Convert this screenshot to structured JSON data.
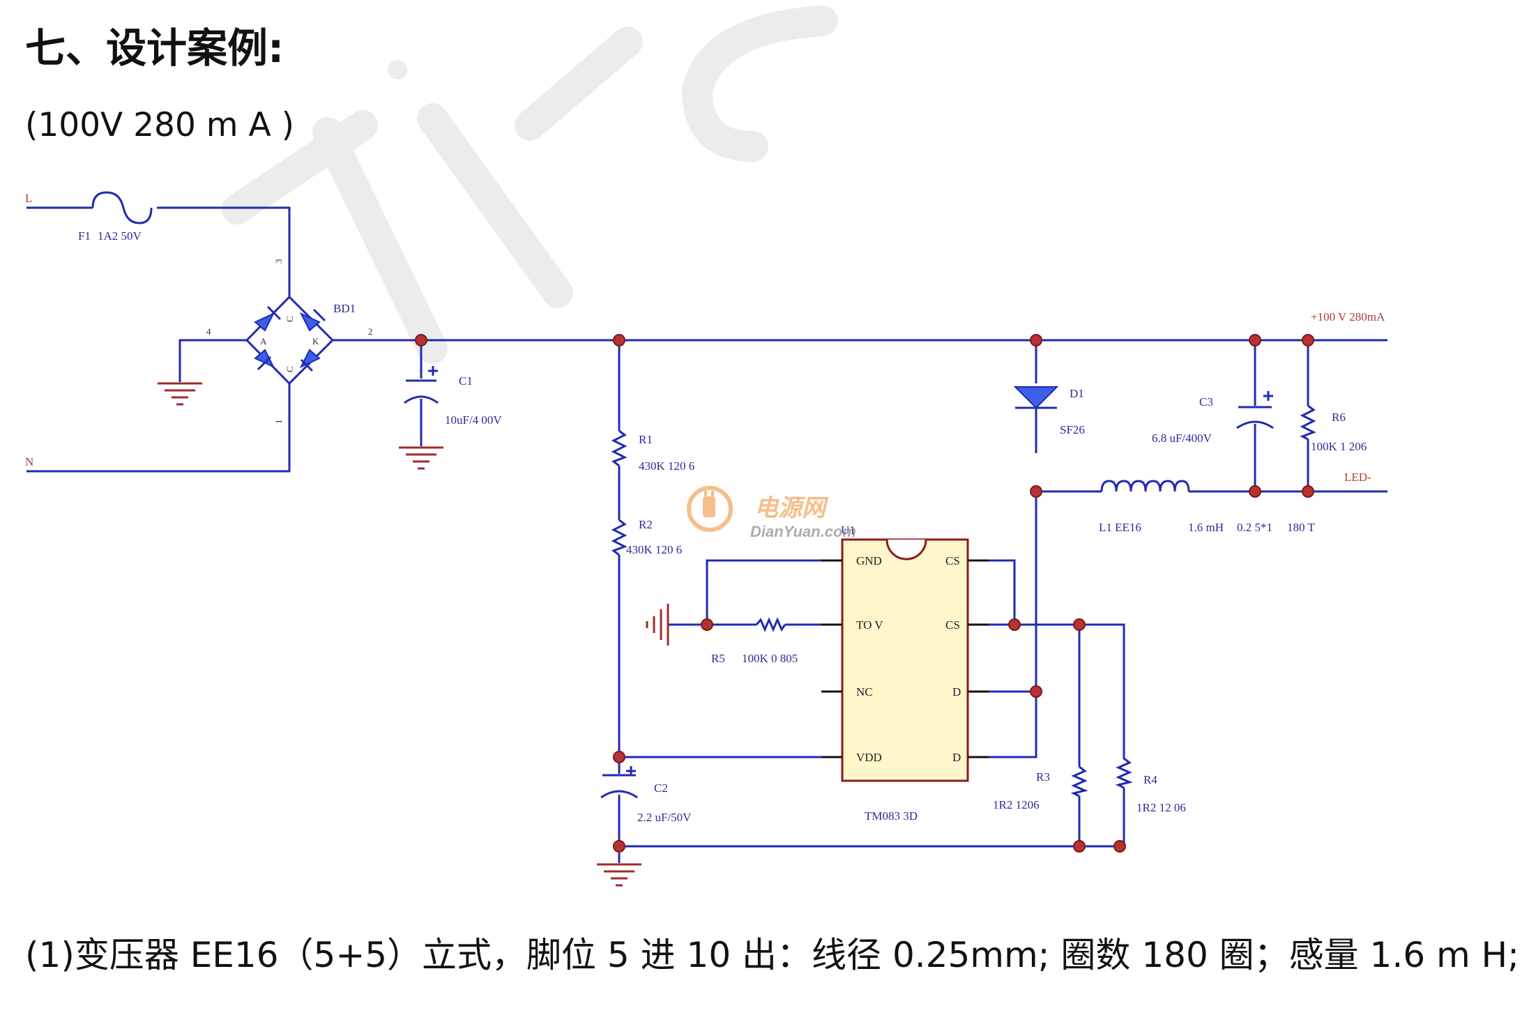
{
  "heading": "七、设计案例:",
  "subheading": "(100V 280 m A )",
  "footer": "(1)变压器 EE16（5+5）立式，脚位 5 进 10 出：线径 0.25mm; 圈数 180 圈；感量 1.6 m H;",
  "watermark": {
    "logo_cn": "电源网",
    "logo_en": "DianYuan.com"
  },
  "colors": {
    "wire": "#1f2bb0",
    "junction": "#b83232",
    "ground": "#a32a2a",
    "ic_fill": "#fff6cc",
    "ic_border": "#8b1a1a",
    "diode": "#3c5ee8"
  },
  "schematic": {
    "nodes": {
      "L": "L",
      "N": "N"
    },
    "F1": {
      "ref": "F1",
      "value": "1A2 50V"
    },
    "BD1": {
      "ref": "BD1",
      "pin1": "1",
      "pin2": "2",
      "pin3": "3",
      "pin4": "4",
      "a": "A",
      "k": "K",
      "c_top": "C",
      "c_bot": "C"
    },
    "C1": {
      "ref": "C1",
      "value": "10uF/4 00V",
      "polarity": "+"
    },
    "R1": {
      "ref": "R1",
      "value": "430K 120 6"
    },
    "R2": {
      "ref": "R2",
      "value": "430K 120 6"
    },
    "C2": {
      "ref": "C2",
      "value": "2.2 uF/50V",
      "polarity": "+"
    },
    "R5": {
      "ref": "R5",
      "value": "100K 0 805"
    },
    "U1": {
      "ref": "U1",
      "part": "TM083 3D",
      "left_pins": [
        "GND",
        "TO V",
        "NC",
        "VDD"
      ],
      "right_pins": [
        "CS",
        "CS",
        "D",
        "D"
      ]
    },
    "D1": {
      "ref": "D1",
      "value": "SF26"
    },
    "C3": {
      "ref": "C3",
      "value": "6.8 uF/400V",
      "polarity": "+"
    },
    "R6": {
      "ref": "R6",
      "value": "100K  1 206"
    },
    "L1": {
      "ref": "L1 EE16",
      "inductance": "1.6 mH",
      "wire": "0.2 5*1",
      "turns": "180 T"
    },
    "R3": {
      "ref": "R3",
      "value": "1R2  1206"
    },
    "R4": {
      "ref": "R4",
      "value": "1R2 12 06"
    },
    "out_pos": "+100 V 280mA",
    "out_neg": "LED-"
  }
}
